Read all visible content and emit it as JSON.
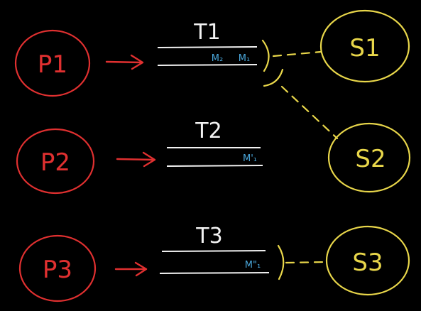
{
  "colors": {
    "background": "#000000",
    "producer": "#e03030",
    "topic": "#f2f2f2",
    "message": "#4aa8dc",
    "subscriber": "#e8d64a"
  },
  "producers": [
    {
      "label": "P1"
    },
    {
      "label": "P2"
    },
    {
      "label": "P3"
    }
  ],
  "topics": [
    {
      "label": "T1",
      "messages": [
        "M₂",
        "M₁"
      ]
    },
    {
      "label": "T2",
      "messages": [
        "M'₁"
      ]
    },
    {
      "label": "T3",
      "messages": [
        "M\"₁"
      ]
    }
  ],
  "subscribers": [
    {
      "label": "S1"
    },
    {
      "label": "S2"
    },
    {
      "label": "S3"
    }
  ]
}
